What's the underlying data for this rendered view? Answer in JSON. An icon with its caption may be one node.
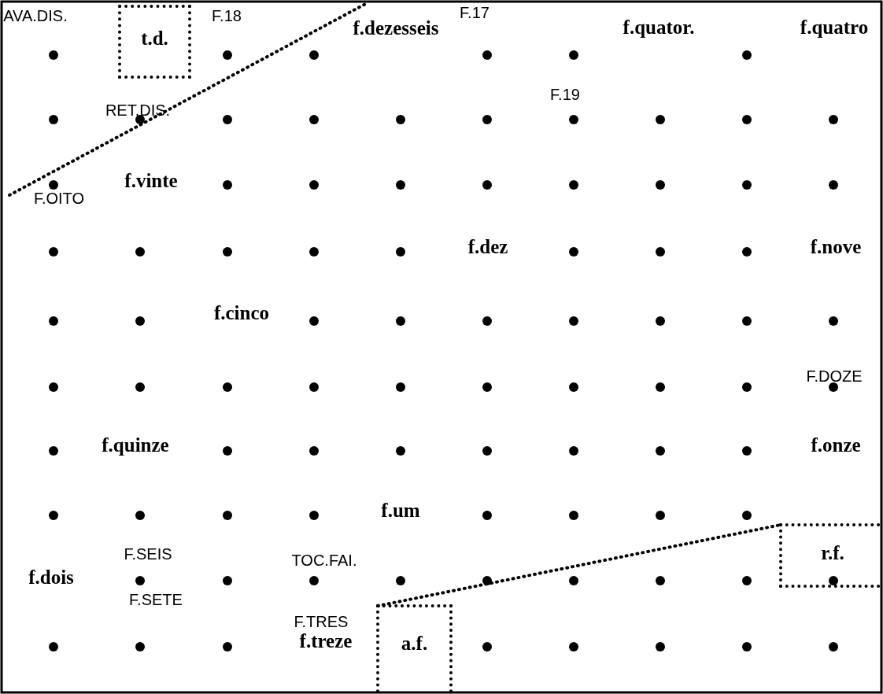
{
  "diagram": {
    "nodes": [
      {
        "text": [
          "t.d."
        ]
      },
      {
        "text": [
          "r.f."
        ]
      },
      {
        "text": [
          "a.f."
        ]
      }
    ],
    "edges": [
      {
        "from": 2,
        "to": 1,
        "arrow": "none",
        "style": "dashed"
      }
    ],
    "labels": [
      "AVA.DIS.",
      "F.18",
      "f.dezesseis",
      "F.17",
      "f.quator.",
      "f.quatro",
      "F.19",
      "RET.DIS.",
      "f.vinte",
      "F.OITO",
      "f.dez",
      "f.nove",
      "f.cinco",
      "F.DOZE",
      "f.quinze",
      "f.onze",
      "f.um",
      "F.SEIS",
      "TOC.FAI.",
      "f.dois",
      "F.SETE",
      "F.TRES",
      "f.treze"
    ]
  }
}
